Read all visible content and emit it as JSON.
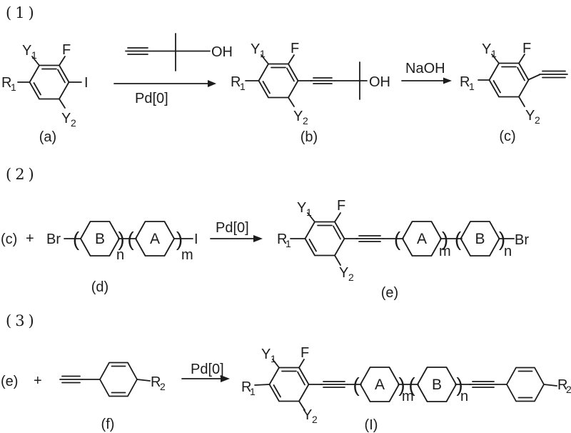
{
  "figure": {
    "type": "chemical-reaction-scheme",
    "background": "#ffffff",
    "ink": "#1c1c1c",
    "steps": 3
  },
  "sections": {
    "s1": "(1)",
    "s2": "(2)",
    "s3": "(3)"
  },
  "labels": {
    "Y": "Y",
    "F": "F",
    "R": "R",
    "I": "I",
    "sub1": "1",
    "sub2": "2",
    "OH": "OH",
    "NaOH": "NaOH",
    "Pd0": "Pd[0]",
    "plus": "+",
    "Br": "Br",
    "A": "A",
    "B": "B",
    "n": "n",
    "m": "m",
    "open": "(",
    "close": ")",
    "cmpd_a": "(a)",
    "cmpd_b": "(b)",
    "cmpd_c": "(c)",
    "cmpd_d": "(d)",
    "cmpd_e": "(e)",
    "cmpd_f": "(f)",
    "cmpd_final": "(I)"
  }
}
